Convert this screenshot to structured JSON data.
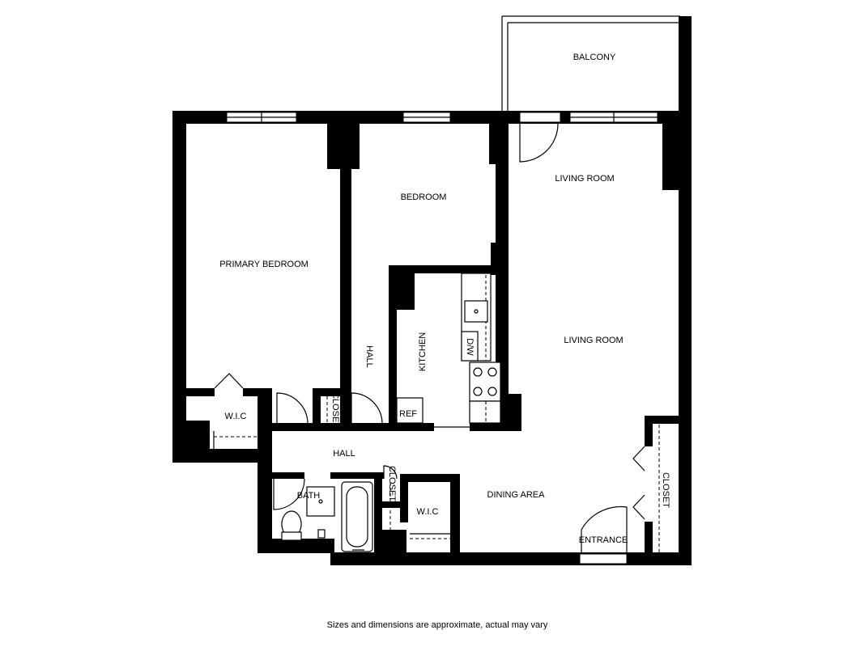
{
  "rooms": {
    "balcony": "BALCONY",
    "living_room_top": "LIVING ROOM",
    "living_room": "LIVING ROOM",
    "bedroom": "BEDROOM",
    "primary_bedroom": "PRIMARY BEDROOM",
    "hall_vertical": "HALL",
    "kitchen": "KITCHEN",
    "dw": "D/W",
    "ref": "REF",
    "closet_small": "CLOSET",
    "wic_left": "W.I.C",
    "hall": "HALL",
    "bath": "BATH",
    "closet_bath": "CLOSET",
    "wic_right": "W.I.C",
    "dining_area": "DINING AREA",
    "entrance": "ENTRANCE",
    "closet_entry": "CLOSET"
  },
  "footer_note": "Sizes and dimensions are approximate, actual may vary"
}
